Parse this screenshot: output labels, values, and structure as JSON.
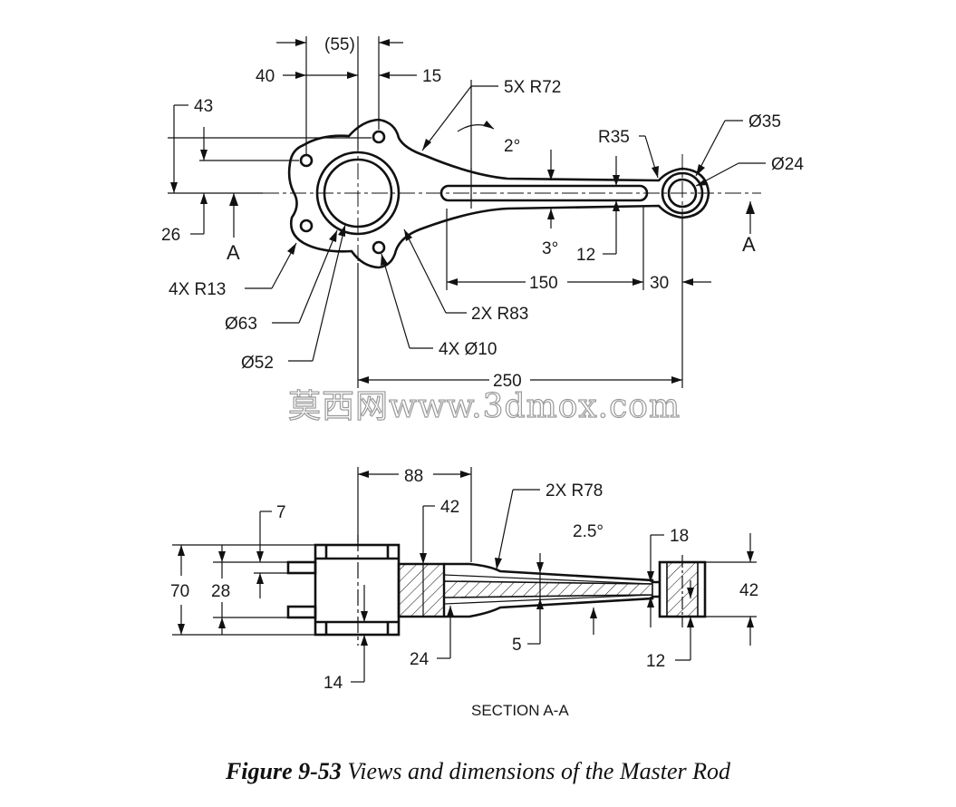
{
  "top_view": {
    "dims": {
      "d55": "(55)",
      "d40": "40",
      "d15": "15",
      "d43": "43",
      "d26": "26",
      "r72": "5X R72",
      "ang2": "2°",
      "r35": "R35",
      "dia35": "Ø35",
      "dia24": "Ø24",
      "ang3": "3°",
      "d12": "12",
      "d150": "150",
      "d30": "30",
      "r13": "4X R13",
      "dia63": "Ø63",
      "dia52": "Ø52",
      "r83": "2X R83",
      "dia10": "4X Ø10",
      "d250": "250"
    },
    "section_mark_left": "A",
    "section_mark_right": "A"
  },
  "watermark": "莫西网www.3dmox.com",
  "section_view": {
    "dims": {
      "d88": "88",
      "r78": "2X R78",
      "d7": "7",
      "d42a": "42",
      "ang25": "2.5°",
      "d18": "18",
      "d70": "70",
      "d28": "28",
      "d42b": "42",
      "d24": "24",
      "d5": "5",
      "d12": "12",
      "d14": "14"
    },
    "title": "SECTION A-A"
  },
  "caption": {
    "number": "Figure 9-53",
    "text": " Views and dimensions of the Master Rod"
  }
}
